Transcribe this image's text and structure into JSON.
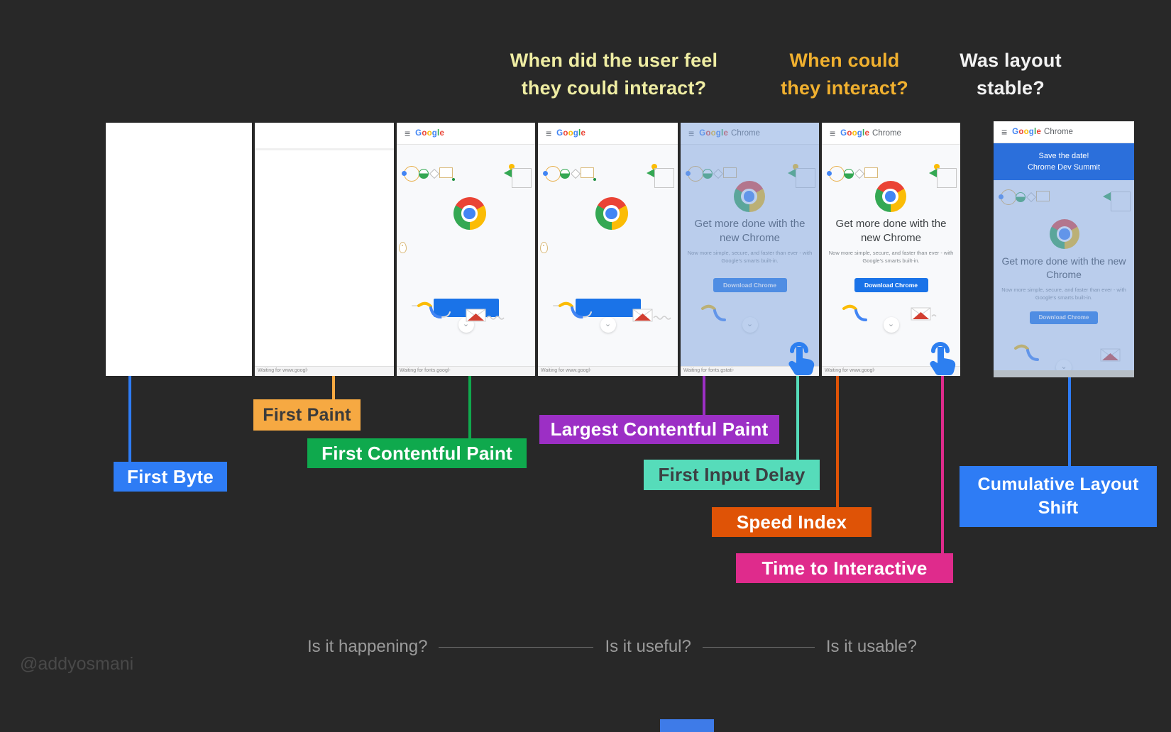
{
  "background": "#282828",
  "questions": [
    {
      "text": "When did the user feel\nthey could interact?",
      "color": "#EFEDA3"
    },
    {
      "text": "When could\nthey interact?",
      "color": "#F0B02F"
    },
    {
      "text": "Was layout\nstable?",
      "color": "#F2F2F2"
    }
  ],
  "icons": {
    "hamburger": "≡",
    "chevron_down": "⌄"
  },
  "brand": {
    "google_letters": [
      "#4285F4",
      "#EA4335",
      "#FBBC05",
      "#4285F4",
      "#34A853",
      "#EA4335"
    ],
    "chrome_red": "#EA4335",
    "chrome_yellow": "#FBBC05",
    "chrome_green": "#34A853",
    "chrome_blue": "#4285F4",
    "download_button_blue": "#1A73E8",
    "banner_blue": "#2B6FDB",
    "tap_hand_blue": "#2D7FF0"
  },
  "frames": [
    {
      "label": "blank first byte frame"
    },
    {
      "status": "Waiting for www.googl-"
    },
    {
      "logo": "Google",
      "status": "Waiting for fonts.googl-"
    },
    {
      "logo": "Google",
      "status": "Waiting for www.googl-"
    },
    {
      "logo": "Google",
      "logo_suffix": "Chrome",
      "heading": "Get more done with the new Chrome",
      "subtext": "Now more simple, secure, and faster than ever - with Google's smarts built-in.",
      "button": "Download Chrome",
      "status": "Waiting for fonts.gstati-"
    },
    {
      "logo": "Google",
      "logo_suffix": "Chrome",
      "heading": "Get more done with the new Chrome",
      "subtext": "Now more simple, secure, and faster than ever - with Google's smarts built-in.",
      "button": "Download Chrome",
      "status": "Waiting for www.googl-"
    },
    {
      "logo": "Google",
      "logo_suffix": "Chrome",
      "banner": "Save the date!\nChrome Dev Summit",
      "heading": "Get more done with the new Chrome",
      "subtext": "Now more simple, secure, and faster than ever - with Google's smarts built-in.",
      "button": "Download Chrome"
    }
  ],
  "metrics": [
    {
      "text": "First Byte",
      "bg": "#2E7CF5",
      "fg": "#FFFFFF"
    },
    {
      "text": "First Paint",
      "bg": "#F6A942",
      "fg": "#3B3B3B"
    },
    {
      "text": "First Contentful Paint",
      "bg": "#0FA94D",
      "fg": "#FFFFFF"
    },
    {
      "text": "Largest Contentful Paint",
      "bg": "#9C2FC5",
      "fg": "#FFFFFF"
    },
    {
      "text": "First Input Delay",
      "bg": "#56DCBA",
      "fg": "#3C4043"
    },
    {
      "text": "Speed Index",
      "bg": "#DF5306",
      "fg": "#FFFFFF"
    },
    {
      "text": "Time to Interactive",
      "bg": "#DF2B8C",
      "fg": "#FFFFFF"
    },
    {
      "text": "Cumulative Layout Shift",
      "bg": "#2E7CF5",
      "fg": "#FFFFFF"
    }
  ],
  "captions": {
    "happening": "Is it happening?",
    "useful": "Is it useful?",
    "usable": "Is it usable?"
  },
  "watermark": "@addyosmani"
}
